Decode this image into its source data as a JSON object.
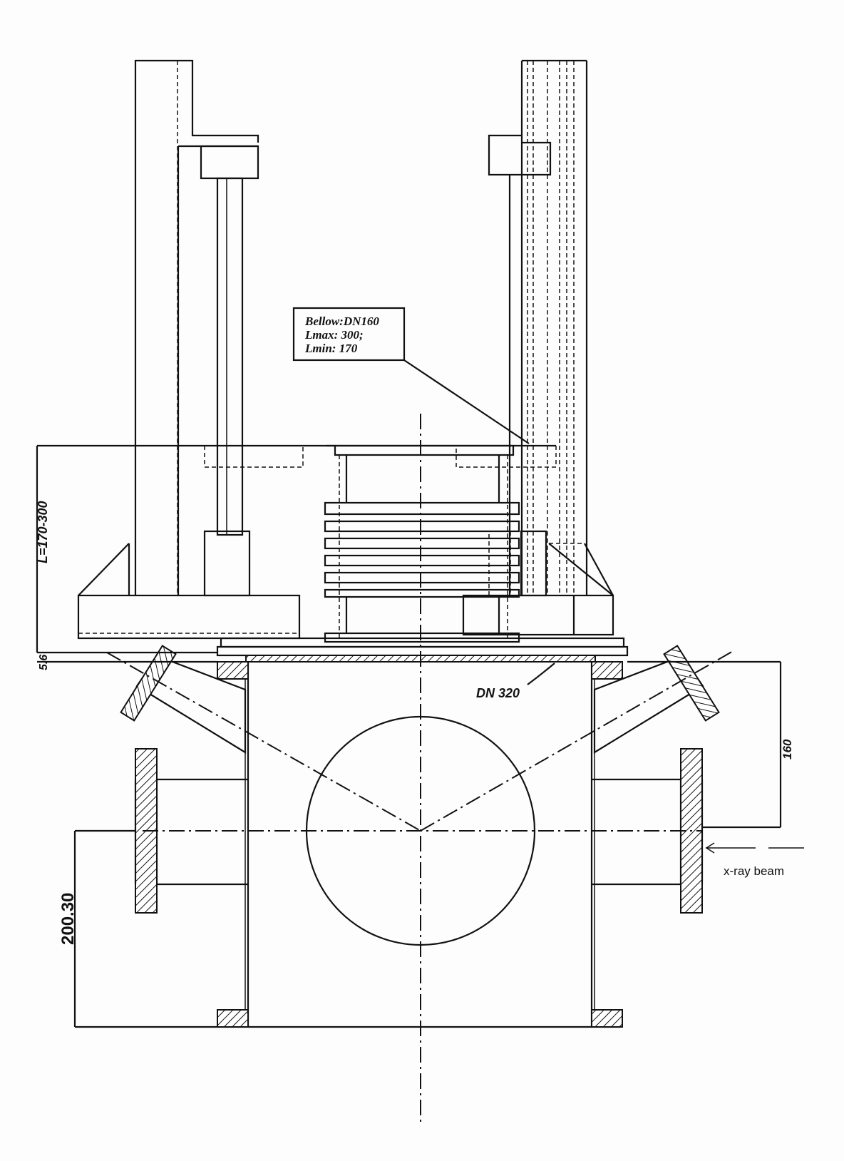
{
  "callout": {
    "line1": "Bellow:DN160",
    "line2": "Lmax:  300;",
    "line3": "Lmin:  170"
  },
  "dimensions": {
    "length_range": "L=170-300",
    "offset": "5.6",
    "flange_size": "DN  320",
    "right_height": "160",
    "lower_height": "200.30"
  },
  "beam_label": "x-ray beam"
}
